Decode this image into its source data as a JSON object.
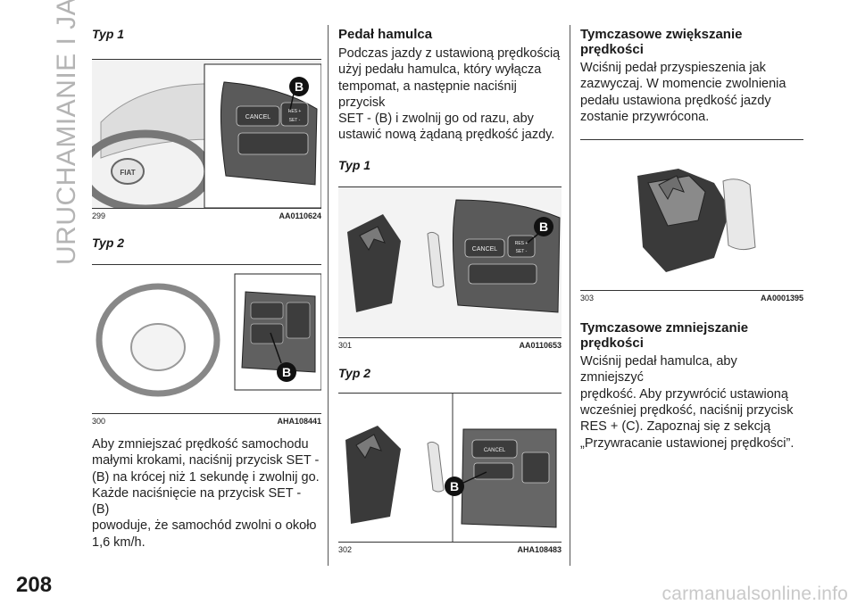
{
  "section_title": "URUCHAMIANIE I JAZDA",
  "page_number": "208",
  "watermark": "carmanualsonline.info",
  "col1": {
    "typ1": "Typ 1",
    "fig299": {
      "num": "299",
      "code": "AA0110624",
      "label_cancel": "CANCEL",
      "label_res": "RES +",
      "label_set": "SET -",
      "callout": "B",
      "logo": "FIAT"
    },
    "typ2": "Typ 2",
    "fig300": {
      "num": "300",
      "code": "AHA108441",
      "callout": "B"
    },
    "para": [
      "Aby zmniejszać prędkość samochodu",
      "małymi krokami, naciśnij przycisk SET -",
      "(B) na krócej niż 1 sekundę i zwolnij go.",
      "Każde naciśnięcie na przycisk SET - (B)",
      "powoduje, że samochód zwolni o około",
      "1,6 km/h."
    ]
  },
  "col2": {
    "heading": "Pedał hamulca",
    "para": [
      "Podczas jazdy z ustawioną prędkością",
      "użyj pedału hamulca, który wyłącza",
      "tempomat, a następnie naciśnij przycisk",
      "SET - (B) i zwolnij go od razu, aby",
      "ustawić nową żądaną prędkość jazdy."
    ],
    "typ1": "Typ 1",
    "fig301": {
      "num": "301",
      "code": "AA0110653",
      "label_cancel": "CANCEL",
      "label_res": "RES +",
      "label_set": "SET -",
      "callout": "B"
    },
    "typ2": "Typ 2",
    "fig302": {
      "num": "302",
      "code": "AHA108483",
      "label_cancel": "CANCEL",
      "callout": "B"
    }
  },
  "col3": {
    "heading1": [
      "Tymczasowe zwiększanie",
      "prędkości"
    ],
    "para1": [
      "Wciśnij pedał przyspieszenia jak",
      "zazwyczaj. W momencie zwolnienia",
      "pedału ustawiona prędkość jazdy",
      "zostanie przywrócona."
    ],
    "fig303": {
      "num": "303",
      "code": "AA0001395"
    },
    "heading2": [
      "Tymczasowe zmniejszanie",
      "prędkości"
    ],
    "para2": [
      "Wciśnij pedał hamulca, aby zmniejszyć",
      "prędkość. Aby przywrócić ustawioną",
      "wcześniej prędkość, naciśnij przycisk",
      "RES + (C). Zapoznaj się z sekcją",
      "„Przywracanie ustawionej prędkości”."
    ]
  }
}
